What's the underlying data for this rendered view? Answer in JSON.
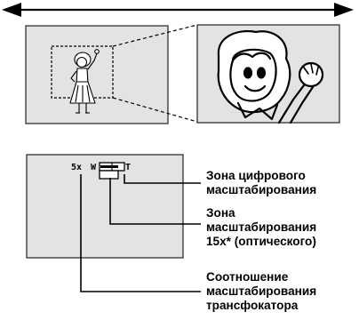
{
  "zoom_display": {
    "ratio": "5x",
    "wide_marker": "W",
    "tele_marker": "T"
  },
  "labels": {
    "digital_zone": [
      "Зона цифрового",
      "масштабирования"
    ],
    "optical_zone": [
      "Зона",
      "масштабирования",
      "15x* (оптического)"
    ],
    "zoom_ratio": [
      "Соотношение",
      "масштабирования",
      "трансфокатора"
    ]
  },
  "colors": {
    "screen_fill": "#e3e3e3",
    "line": "#000000",
    "background": "#ffffff"
  },
  "icons": {
    "zoom_range_arrow": "double-headed-arrow",
    "subject_figure": "girl-waving-illustration",
    "zoomed_subject": "girl-face-closeup-illustration"
  }
}
